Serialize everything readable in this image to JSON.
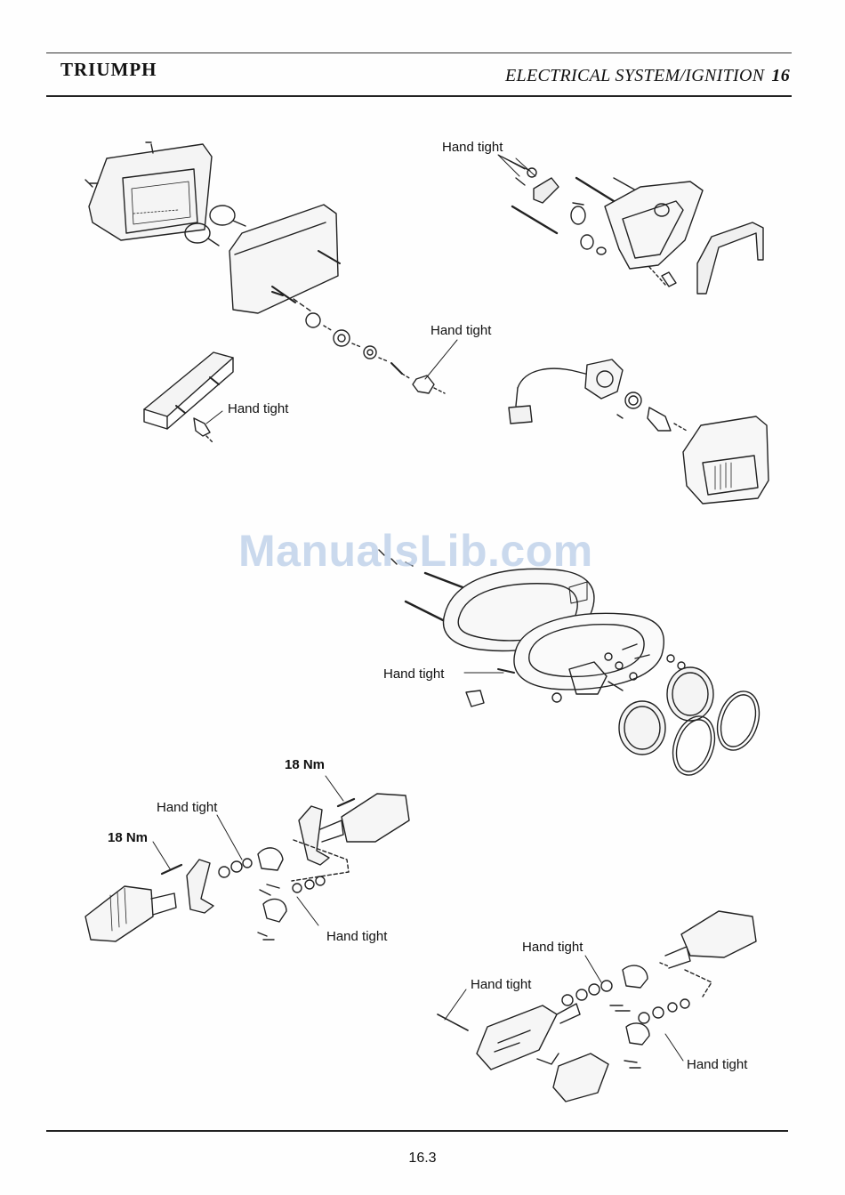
{
  "header": {
    "brand": "TRIUMPH",
    "title": "ELECTRICAL SYSTEM/IGNITION",
    "chapter": "16"
  },
  "labels": {
    "rear_light_bracket": "Hand tight",
    "tail_lamp_nut": "Hand tight",
    "tail_lamp_stud": "Hand tight",
    "headlamp_bracket_screw": "Hand tight",
    "front_indicator_nut": "Hand tight",
    "front_indicator_bolt_left": "18 Nm",
    "front_indicator_bolt_right": "18 Nm",
    "front_indicator_holder": "Hand tight",
    "rear_indicator_top": "Hand tight",
    "rear_indicator_screw": "Hand tight",
    "rear_indicator_holder": "Hand tight"
  },
  "watermark": "ManualsLib.com",
  "footer": {
    "page_number": "16.3"
  }
}
